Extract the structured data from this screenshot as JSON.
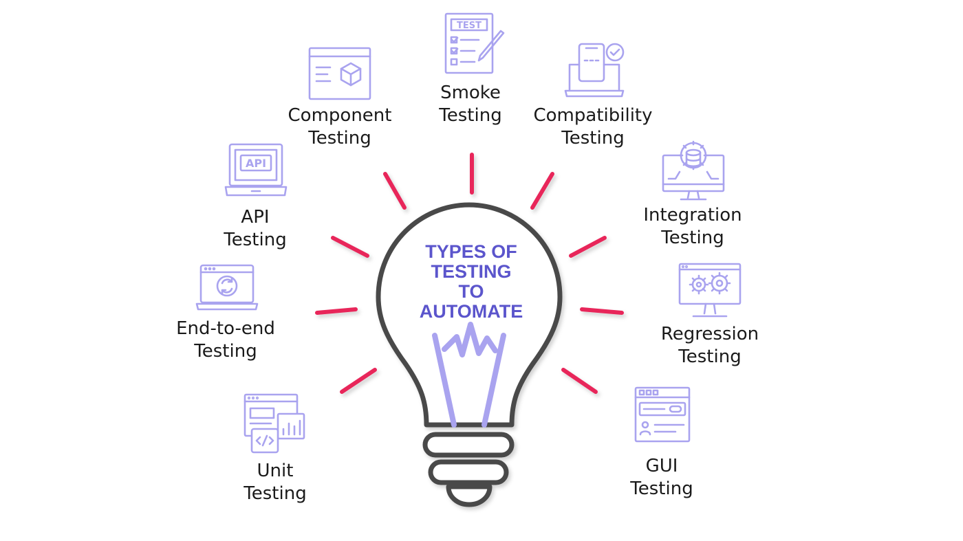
{
  "title_lines": [
    "TYPES OF",
    "TESTING",
    "TO",
    "AUTOMATE"
  ],
  "colors": {
    "icon": "#a9a3ef",
    "accent": "#e8265a",
    "bulb": "#4a4a4a",
    "title": "#5b55cc",
    "text": "#1a1a1a"
  },
  "items": [
    {
      "icon": "test-sheet-icon",
      "line1": "Smoke",
      "line2": "Testing",
      "icon_text": "TEST"
    },
    {
      "icon": "browser-cube-icon",
      "line1": "Component",
      "line2": "Testing"
    },
    {
      "icon": "device-check-icon",
      "line1": "Compatibility",
      "line2": "Testing"
    },
    {
      "icon": "laptop-api-icon",
      "line1": "API",
      "line2": "Testing",
      "icon_text": "API"
    },
    {
      "icon": "monitor-database-icon",
      "line1": "Integration",
      "line2": "Testing"
    },
    {
      "icon": "laptop-sync-icon",
      "line1": "End-to-end",
      "line2": "Testing"
    },
    {
      "icon": "monitor-gears-icon",
      "line1": "Regression",
      "line2": "Testing"
    },
    {
      "icon": "code-window-icon",
      "line1": "Unit",
      "line2": "Testing"
    },
    {
      "icon": "gui-window-icon",
      "line1": "GUI",
      "line2": "Testing"
    }
  ]
}
